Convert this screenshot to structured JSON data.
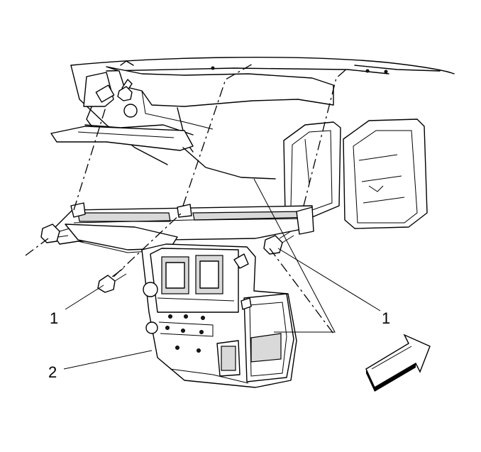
{
  "callouts": [
    {
      "id": "fastener-left",
      "label": "1"
    },
    {
      "id": "fastener-right",
      "label": "1"
    },
    {
      "id": "housing",
      "label": "2"
    }
  ],
  "icons": {
    "direction_arrow": "front-of-vehicle-arrow-icon"
  }
}
